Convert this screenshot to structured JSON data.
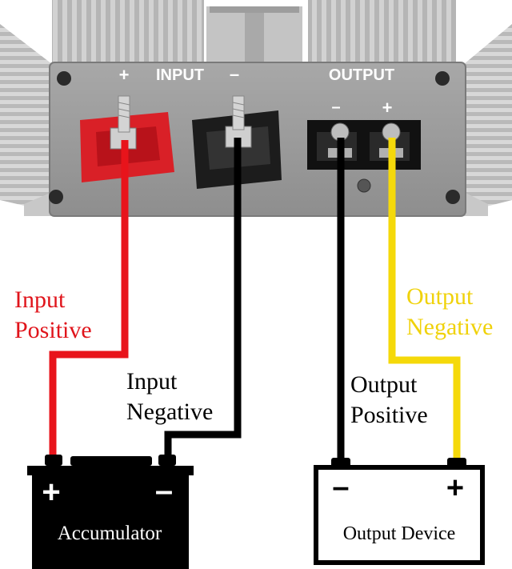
{
  "converter": {
    "input_plus": "+",
    "input_label": "INPUT",
    "input_minus": "–",
    "output_label": "OUTPUT",
    "output_minus": "–",
    "output_plus": "+"
  },
  "labels": {
    "input_positive_line1": "Input",
    "input_positive_line2": "Positive",
    "input_negative_line1": "Input",
    "input_negative_line2": "Negative",
    "output_positive_line1": "Output",
    "output_positive_line2": "Positive",
    "output_negative_line1": "Output",
    "output_negative_line2": "Negative"
  },
  "accumulator": {
    "title": "Accumulator",
    "plus": "+",
    "minus": "–"
  },
  "output_device": {
    "title": "Output Device",
    "minus": "–",
    "plus": "+"
  },
  "colors": {
    "input_positive_wire": "#e8141b",
    "input_negative_wire": "#000000",
    "output_positive_wire": "#000000",
    "output_negative_wire": "#f5d90a",
    "input_positive_text": "#e0141b",
    "output_negative_text": "#f0d20a",
    "panel": "#9a9a9a",
    "heatsink": "#c9c9c9"
  }
}
